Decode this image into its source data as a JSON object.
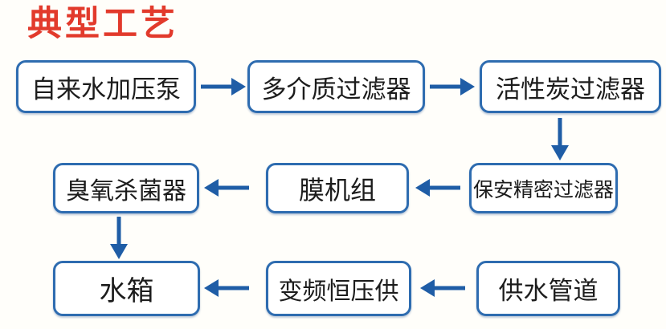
{
  "title": "典型工艺",
  "colors": {
    "title": "#e23a2c",
    "box_border": "#2e6cb0",
    "arrow": "#1f5da6",
    "text": "#1c1c1c",
    "background": "#fffefa"
  },
  "nodes": {
    "tap_water_pump": "自来水加压泵",
    "multi_media_filter": "多介质过滤器",
    "activated_carbon_filter": "活性炭过滤器",
    "security_precision_filter": "保安精密过滤器",
    "membrane_unit": "膜机组",
    "ozone_sterilizer": "臭氧杀菌器",
    "water_tank": "水箱",
    "vfd_constant_pressure_supply": "变频恒压供",
    "water_supply_pipeline": "供水管道"
  },
  "edges": [
    {
      "from": "自来水加压泵",
      "to": "多介质过滤器"
    },
    {
      "from": "多介质过滤器",
      "to": "活性炭过滤器"
    },
    {
      "from": "活性炭过滤器",
      "to": "保安精密过滤器"
    },
    {
      "from": "保安精密过滤器",
      "to": "膜机组"
    },
    {
      "from": "膜机组",
      "to": "臭氧杀菌器"
    },
    {
      "from": "臭氧杀菌器",
      "to": "水箱"
    },
    {
      "from": "供水管道",
      "to": "变频恒压供"
    },
    {
      "from": "变频恒压供",
      "to": "水箱"
    }
  ]
}
